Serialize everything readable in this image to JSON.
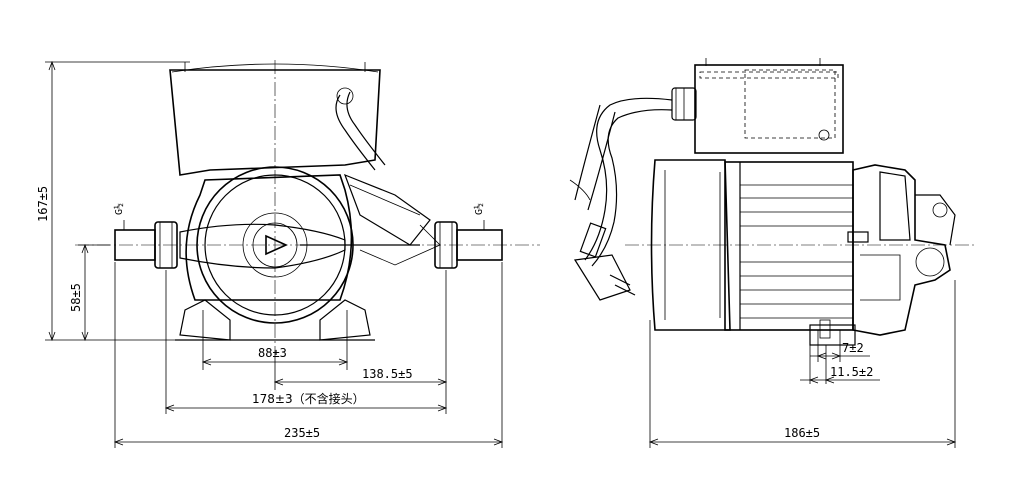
{
  "front_view": {
    "dims": {
      "height_total": "167±5",
      "height_center": "58±5",
      "foot_spacing": "88±3",
      "outlet_offset": "138.5±5",
      "body_length": "178±3（不含接头）",
      "overall_length": "235±5"
    },
    "thread_left": "G½",
    "thread_right": "G½"
  },
  "side_view": {
    "dims": {
      "depth_total": "186±5",
      "foot_a": "7±2",
      "foot_b": "11.5±2"
    }
  }
}
